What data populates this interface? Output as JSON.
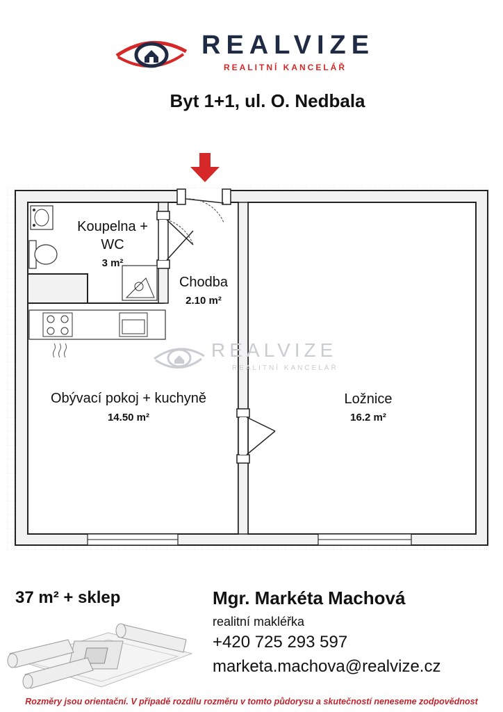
{
  "logo": {
    "brand": "REALVIZE",
    "subtitle": "REALITNÍ KANCELÁŘ",
    "brand_color": "#1f2a44",
    "accent_color": "#d62828"
  },
  "title": "Byt 1+1, ul. O. Nedbala",
  "entrance_arrow_color": "#d62828",
  "rooms": [
    {
      "name": "Koupelna + WC",
      "area": "3 m²"
    },
    {
      "name": "Chodba",
      "area": "2.10 m²"
    },
    {
      "name": "Obývací pokoj + kuchyně",
      "area": "14.50 m²"
    },
    {
      "name": "Ložnice",
      "area": "16.2 m²"
    }
  ],
  "watermark": {
    "brand": "REALVIZE",
    "subtitle": "REALITNÍ KANCELÁŘ"
  },
  "total_area": "37 m² + sklep",
  "agent": {
    "name": "Mgr. Markéta Machová",
    "role": "realitní makléřka",
    "phone": "+420 725 293 597",
    "email": "marketa.machova@realvize.cz"
  },
  "disclaimer": "Rozměry jsou orientační. V případě rozdílu rozměru v tomto půdorysu a skutečností neneseme zodpovědnost"
}
